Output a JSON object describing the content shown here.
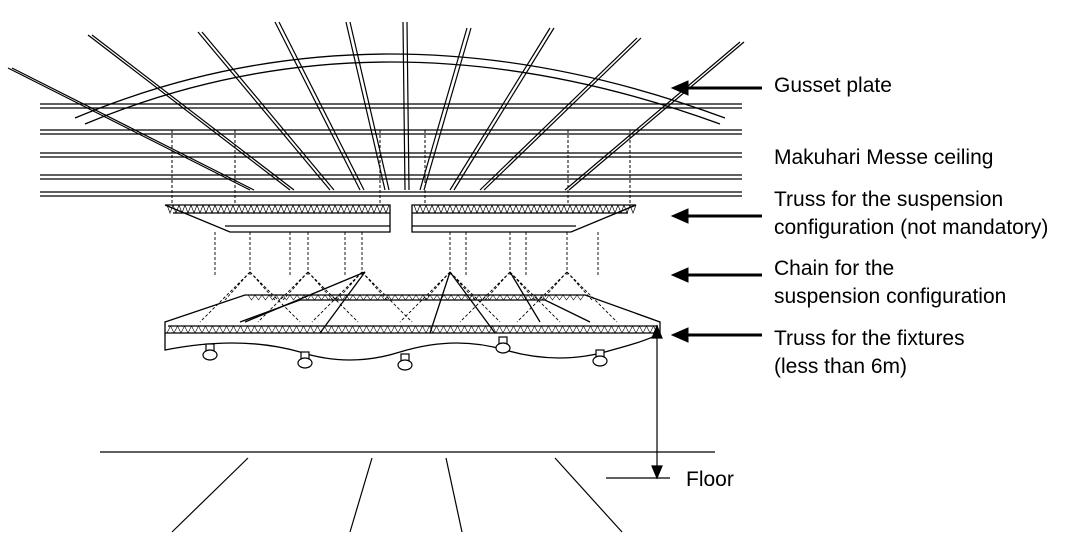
{
  "labels": {
    "gusset_plate": "Gusset plate",
    "ceiling": "Makuhari Messe ceiling",
    "truss_suspension": [
      "Truss for the suspension",
      "configuration (not mandatory)"
    ],
    "chain": [
      "Chain for the",
      "suspension configuration"
    ],
    "truss_fixtures": [
      "Truss for the fixtures",
      "(less than 6m)"
    ],
    "floor": "Floor"
  },
  "colors": {
    "line": "#000000",
    "background": "#ffffff"
  }
}
